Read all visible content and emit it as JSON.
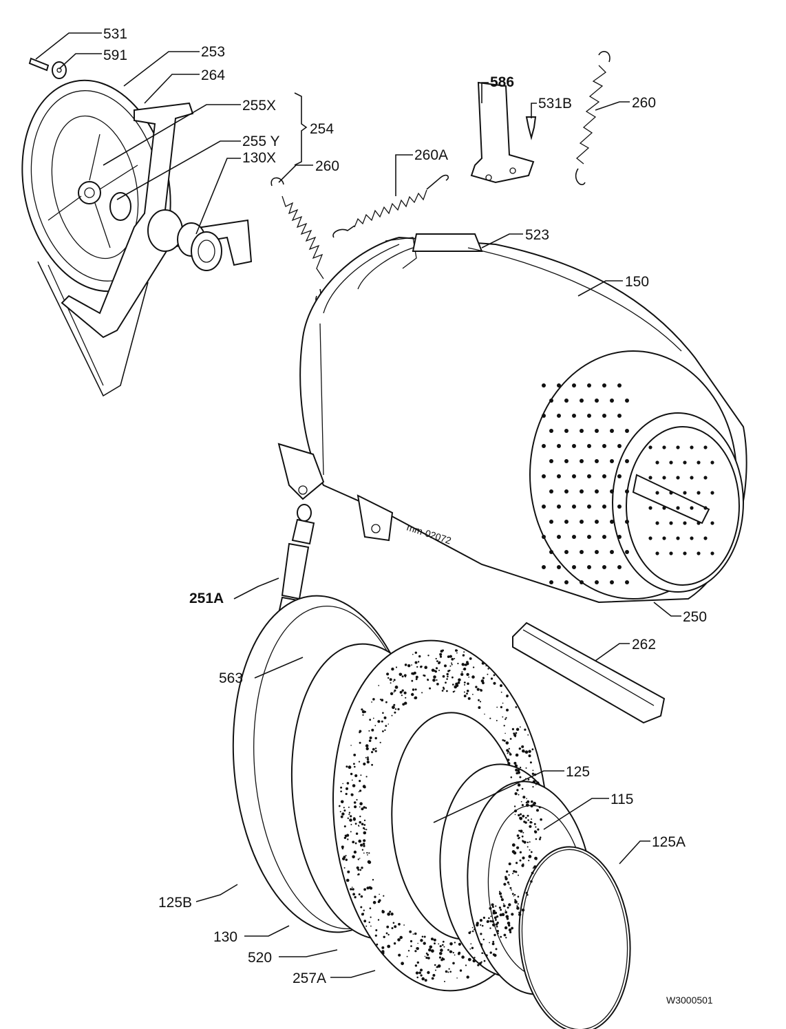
{
  "diagram": {
    "drawing_code": "W3000501",
    "handwritten_note": "mm-02072",
    "labels": {
      "p531": "531",
      "p591": "591",
      "p253": "253",
      "p264": "264",
      "p255x": "255X",
      "p255y": "255 Y",
      "p254": "254",
      "p130x": "130X",
      "p260a_left": "260",
      "p260a": "260A",
      "p586": "586",
      "p531b": "531B",
      "p260_right": "260",
      "p523": "523",
      "p150": "150",
      "p251a": "251A",
      "p250": "250",
      "p262": "262",
      "p563": "563",
      "p125": "125",
      "p115": "115",
      "p125a": "125A",
      "p125b": "125B",
      "p130": "130",
      "p520": "520",
      "p257a": "257A"
    }
  }
}
